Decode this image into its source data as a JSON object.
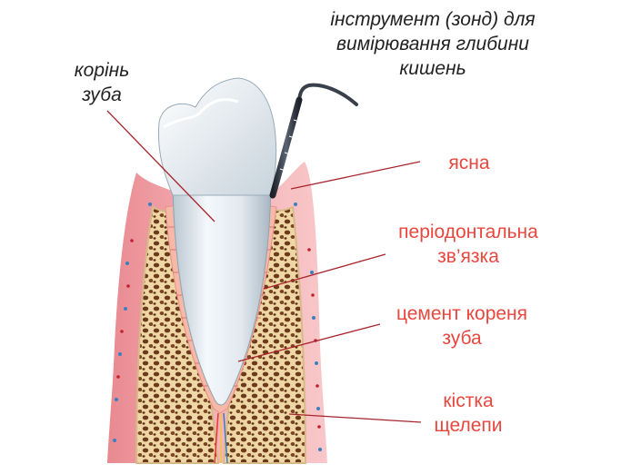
{
  "labels": {
    "probe": [
      "інструмент (зонд) для",
      "вимірювання глибини",
      "кишень"
    ],
    "root": [
      "корінь",
      "зуба"
    ],
    "gum": [
      "ясна"
    ],
    "ligament": [
      "періодонтальна",
      "зв’язка"
    ],
    "cementum": [
      "цемент кореня",
      "зуба"
    ],
    "bone": [
      "кістка",
      "щелепи"
    ]
  },
  "colors": {
    "label_dark": "#222222",
    "label_red": "#e8473e",
    "leader_line": "#a8242c",
    "gum": "#f3a1a6",
    "bone": "#f0d8a8",
    "bone_pores": "#6b3a1c",
    "tooth": "#dde6ed",
    "probe": "#2a2f38"
  }
}
